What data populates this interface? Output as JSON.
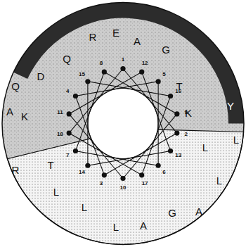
{
  "diagram": {
    "labels": [
      "Q",
      "A",
      "R",
      "Y",
      "L",
      "D",
      "Q",
      "R",
      "E",
      "A",
      "G",
      "T",
      "K",
      "L",
      "L",
      "A",
      "G",
      "A",
      "L",
      "L",
      "L",
      "T",
      "K",
      "1",
      "2",
      "3",
      "4",
      "5",
      "6",
      "7",
      "8",
      "9",
      "10",
      "11",
      "12",
      "13",
      "14",
      "15",
      "16",
      "17",
      "18"
    ]
  }
}
